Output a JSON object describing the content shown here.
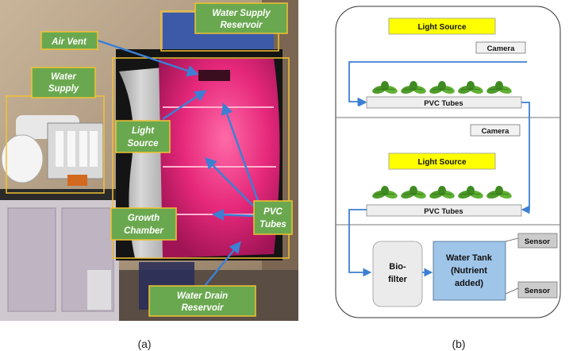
{
  "photo_panel": {
    "callouts": {
      "water_supply_reservoir": [
        "Water Supply",
        "Reservoir"
      ],
      "air_vent": [
        "Air Vent"
      ],
      "water_supply": [
        "Water",
        "Supply"
      ],
      "light_source": [
        "Light",
        "Source"
      ],
      "growth_chamber": [
        "Growth",
        "Chamber"
      ],
      "pvc_tubes": [
        "PVC",
        "Tubes"
      ],
      "water_drain_reservoir": [
        "Water Drain",
        "Reservoir"
      ]
    },
    "caption": "(a)"
  },
  "diagram_panel": {
    "upper_light_source": "Light Source",
    "upper_camera": "Camera",
    "upper_pvc_tubes": "PVC Tubes",
    "lower_camera": "Camera",
    "lower_light_source": "Light Source",
    "lower_pvc_tubes": "PVC Tubes",
    "biofilter": [
      "Bio-",
      "filter"
    ],
    "water_tank": [
      "Water Tank",
      "(Nutrient",
      "added)"
    ],
    "sensor_top": "Sensor",
    "sensor_bottom": "Sensor",
    "caption": "(b)"
  },
  "colors": {
    "callout_green": "#6aa84f",
    "callout_border": "#f1c232",
    "arrow_blue": "#3d7fd3",
    "light_yellow": "#ffff00",
    "tank_blue": "#9fc5e8",
    "tube_grey": "#eeeeee",
    "sensor_grey": "#cccccc",
    "plant_green": "#4e9a2a",
    "grow_pink": "#e6287a"
  }
}
